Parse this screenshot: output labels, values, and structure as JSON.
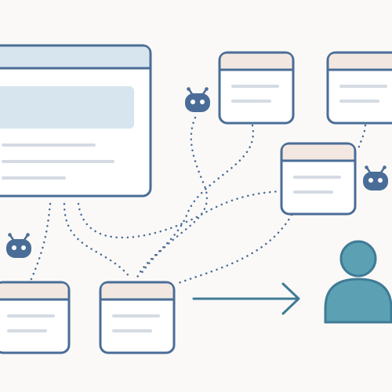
{
  "diagram": {
    "colors": {
      "background": "#fbf9f7",
      "outline": "#4a6d97",
      "line_muted": "#d5dbe3",
      "main_header": "#d6e5ee",
      "main_highlight": "#d6e5ee",
      "card_header": "#f3e8e1",
      "card_body": "#ffffff",
      "bot": "#4a6d97",
      "arrow": "#3f7b96",
      "person": "#5ba1b3",
      "person_outline": "#3f7b96"
    },
    "main_window": {
      "icon": "browser-window-icon"
    },
    "cards": [
      {
        "id": "card-top-middle",
        "icon": "document-card-icon",
        "lines": 2
      },
      {
        "id": "card-top-right",
        "icon": "document-card-icon",
        "lines": 2
      },
      {
        "id": "card-middle-right",
        "icon": "document-card-icon",
        "lines": 2
      },
      {
        "id": "card-bottom-left",
        "icon": "document-card-icon",
        "lines": 2
      },
      {
        "id": "card-bottom-center",
        "icon": "document-card-icon",
        "lines": 2
      }
    ],
    "bots": [
      {
        "id": "bot-upper",
        "icon": "robot-icon"
      },
      {
        "id": "bot-right",
        "icon": "robot-icon"
      },
      {
        "id": "bot-left",
        "icon": "robot-icon"
      }
    ],
    "connections": {
      "style": "dotted",
      "count": 7
    },
    "arrow": {
      "icon": "right-arrow-icon",
      "direction": "right"
    },
    "person": {
      "icon": "person-icon"
    }
  }
}
